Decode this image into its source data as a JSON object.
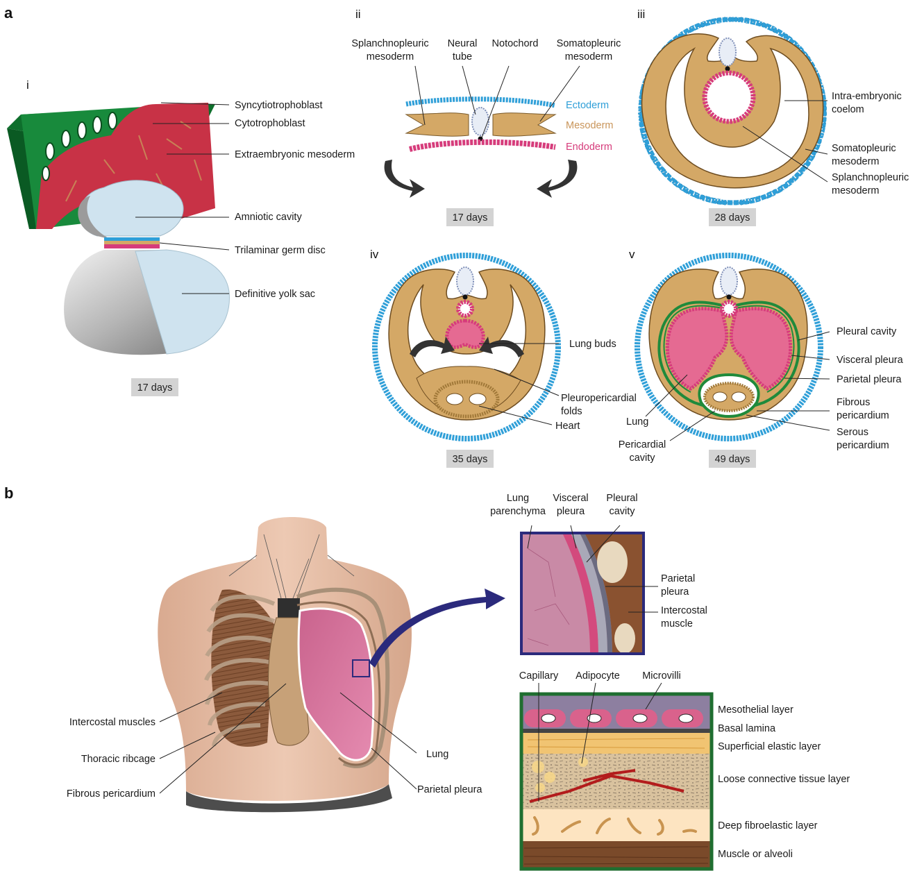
{
  "panel_a": {
    "letter": "a",
    "i": {
      "numeral": "i",
      "labels": {
        "syncytiotrophoblast": "Syncytiotrophoblast",
        "cytotrophoblast": "Cytotrophoblast",
        "extraembryonic_mesoderm": "Extraembryonic mesoderm",
        "amniotic_cavity": "Amniotic cavity",
        "trilaminar_germ_disc": "Trilaminar germ disc",
        "definitive_yolk_sac": "Definitive yolk sac"
      },
      "days": "17 days"
    },
    "ii": {
      "numeral": "ii",
      "labels": {
        "splanch_1": "Splanchnopleuric",
        "splanch_2": "mesoderm",
        "neural_1": "Neural",
        "neural_2": "tube",
        "notochord": "Notochord",
        "somato_1": "Somatopleuric",
        "somato_2": "mesoderm",
        "ectoderm": "Ectoderm",
        "mesoderm": "Mesoderm",
        "endoderm": "Endoderm"
      },
      "days": "17 days"
    },
    "iii": {
      "numeral": "iii",
      "labels": {
        "coelom_1": "Intra-embryonic",
        "coelom_2": "coelom",
        "somato_1": "Somatopleuric",
        "somato_2": "mesoderm",
        "splanch_1": "Splanchnopleuric",
        "splanch_2": "mesoderm"
      },
      "days": "28 days"
    },
    "iv": {
      "numeral": "iv",
      "labels": {
        "lung_buds": "Lung buds",
        "ppf_1": "Pleuropericardial",
        "ppf_2": "folds",
        "heart": "Heart"
      },
      "days": "35 days"
    },
    "v": {
      "numeral": "v",
      "labels": {
        "pleural_cavity": "Pleural cavity",
        "visceral_pleura": "Visceral pleura",
        "parietal_pleura": "Parietal pleura",
        "fibrous_1": "Fibrous",
        "fibrous_2": "pericardium",
        "serous_1": "Serous",
        "serous_2": "pericardium",
        "lung": "Lung",
        "pericardial_1": "Pericardial",
        "pericardial_2": "cavity"
      },
      "days": "49 days"
    }
  },
  "panel_b": {
    "letter": "b",
    "torso_labels": {
      "intercostal_muscles": "Intercostal muscles",
      "thoracic_ribcage": "Thoracic ribcage",
      "fibrous_pericardium": "Fibrous pericardium",
      "lung": "Lung",
      "parietal_pleura": "Parietal pleura"
    },
    "inset_labels": {
      "lung_1": "Lung",
      "lung_2": "parenchyma",
      "visceral_1": "Visceral",
      "visceral_2": "pleura",
      "pleural_1": "Pleural",
      "pleural_2": "cavity",
      "parietal_1": "Parietal",
      "parietal_2": "pleura",
      "intercostal_1": "Intercostal",
      "intercostal_2": "muscle"
    },
    "layer_labels": {
      "capillary": "Capillary",
      "adipocyte": "Adipocyte",
      "microvilli": "Microvilli",
      "mesothelial": "Mesothelial layer",
      "basal_lamina": "Basal lamina",
      "superficial_elastic": "Superficial elastic layer",
      "loose_connective": "Loose connective tissue layer",
      "deep_fibroelastic": "Deep fibroelastic layer",
      "muscle_alveoli": "Muscle or alveoli"
    }
  },
  "colors": {
    "ectoderm": "#2f9fd8",
    "mesoderm": "#d4a866",
    "endoderm": "#d63c7b",
    "pleura_green": "#1f8a3b",
    "syncytio_green": "#188a3c",
    "extraemb_red": "#c83246",
    "amnion_blue": "#cfe3ef",
    "lung_pink": "#e56a92",
    "skin": "#e7bfa6",
    "inset_navy": "#2b2a7c",
    "days_box": "#d3d3d3"
  }
}
